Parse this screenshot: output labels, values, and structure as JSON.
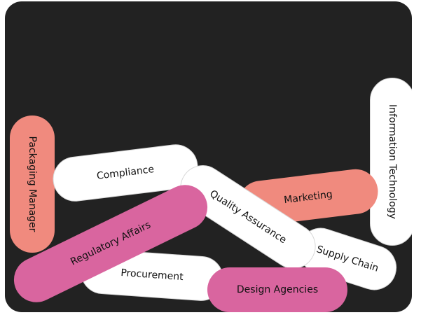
{
  "pills": {
    "packaging_manager": {
      "label": "Packaging Manager",
      "color": "#f08a7e"
    },
    "compliance": {
      "label": "Compliance",
      "color": "#ffffff"
    },
    "information_technology": {
      "label": "Information Technology",
      "color": "#ffffff"
    },
    "marketing": {
      "label": "Marketing",
      "color": "#f08a7e"
    },
    "quality_assurance": {
      "label": "Quality Assurance",
      "color": "#ffffff"
    },
    "supply_chain": {
      "label": "Supply Chain",
      "color": "#ffffff"
    },
    "regulatory_affairs": {
      "label": "Regulatory Affairs",
      "color": "#d9659f"
    },
    "procurement": {
      "label": "Procurement",
      "color": "#ffffff"
    },
    "design_agencies": {
      "label": "Design Agencies",
      "color": "#d9659f"
    }
  }
}
